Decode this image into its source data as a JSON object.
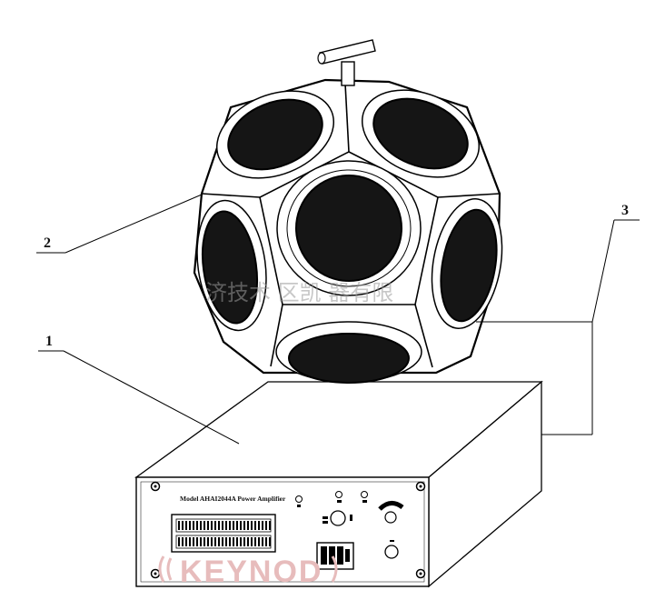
{
  "callouts": [
    {
      "number": "1"
    },
    {
      "number": "2"
    },
    {
      "number": "3"
    }
  ],
  "amplifier": {
    "model_label": "Model AHAI2044A  Power Amplifier"
  },
  "watermark": {
    "text": "济技术  区凯  器有限"
  },
  "logo": {
    "text": "KEYNOD"
  }
}
